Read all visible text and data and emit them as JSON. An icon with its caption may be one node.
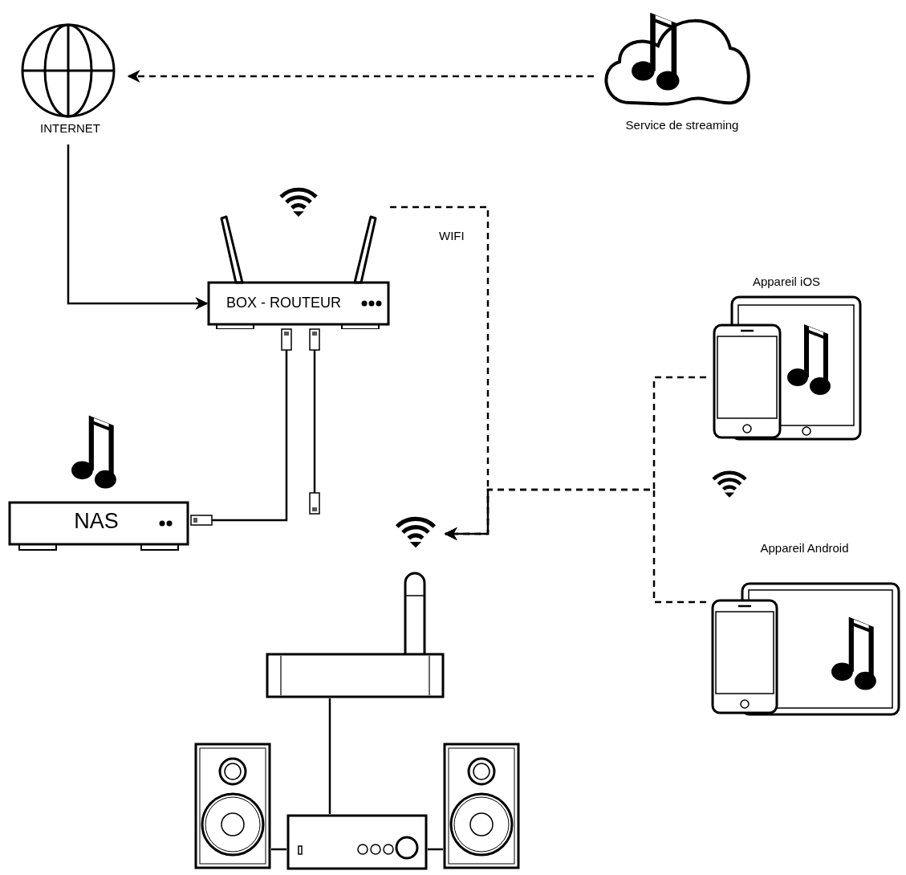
{
  "diagram": {
    "nodes": [
      {
        "text": [
          "INTERNET"
        ]
      },
      {
        "text": [
          "Service de streaming"
        ]
      },
      {
        "text": [
          "BOX - ROUTEUR"
        ]
      },
      {
        "text": [
          "NAS"
        ]
      },
      {
        "text": [
          "Appareil iOS"
        ]
      },
      {
        "text": [
          "Appareil Android"
        ]
      },
      {
        "text": [],
        "shape": "picture"
      },
      {
        "text": [],
        "shape": "picture"
      },
      {
        "text": [],
        "shape": "picture"
      },
      {
        "text": [],
        "shape": "picture"
      }
    ],
    "edges": [
      {
        "from": 1,
        "to": 0,
        "arrow": "to",
        "style": "dashed"
      },
      {
        "from": 0,
        "to": 2,
        "arrow": "to"
      },
      {
        "from": 2,
        "to": 6,
        "arrow": "to",
        "style": "dashed",
        "label": "WIFI"
      },
      {
        "from": 4,
        "to": 6,
        "arrow": "to",
        "style": "dashed"
      },
      {
        "from": 5,
        "to": 6,
        "arrow": "to",
        "style": "dashed"
      },
      {
        "from": 2,
        "to": 3,
        "arrow": "other"
      },
      {
        "from": 2,
        "to": 6,
        "arrow": "other"
      },
      {
        "from": 6,
        "to": 7,
        "arrow": "none"
      },
      {
        "from": 8,
        "to": 7,
        "arrow": "none"
      },
      {
        "from": 9,
        "to": 7,
        "arrow": "none"
      }
    ]
  }
}
